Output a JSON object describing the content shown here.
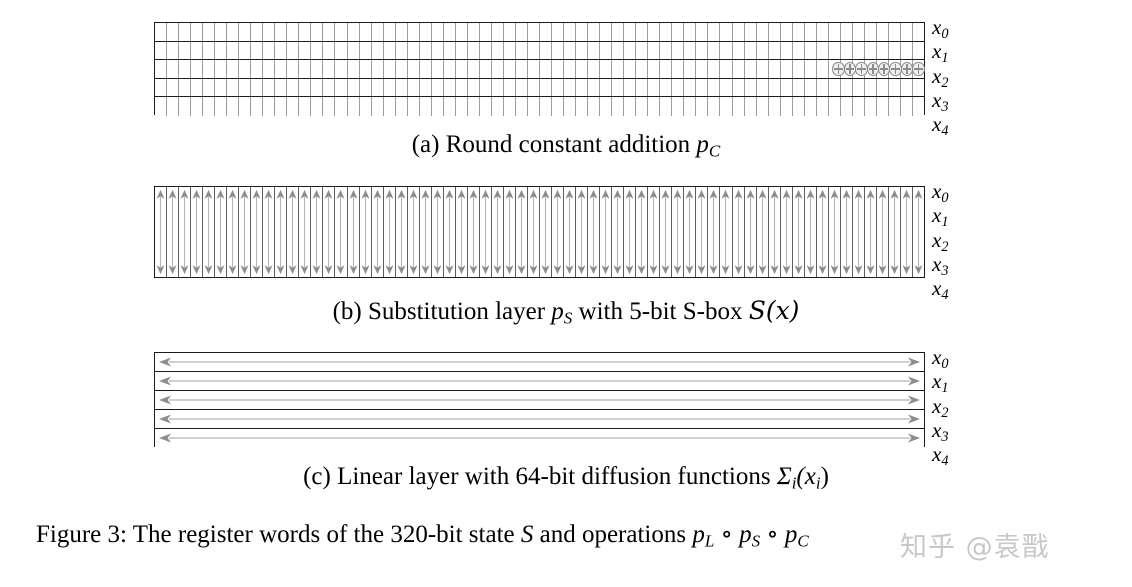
{
  "figure": {
    "caption_prefix": "Figure 3: The register words of the ",
    "caption_bits": "320",
    "caption_mid": "-bit state ",
    "caption_state_symbol": "S",
    "caption_tail": " and operations ",
    "caption_ops": "p_L ∘ p_S ∘ p_C",
    "full_caption": "Figure 3: The register words of the 320-bit state S and operations p_L ∘ p_S ∘ p_C",
    "state_bits": 320,
    "word_count": 5,
    "word_bits": 64
  },
  "watermark": {
    "text": "知乎 @袁戬",
    "color": "#c8c8c8"
  },
  "colors": {
    "border": "#1a1a1a",
    "grid_line": "#9b9b9b",
    "arrow": "#8c8c8c",
    "arrow_light": "#b4b4b4",
    "background": "#ffffff",
    "xor_fill": "#efefef"
  },
  "registers": [
    {
      "label": "x",
      "sub": "0"
    },
    {
      "label": "x",
      "sub": "1"
    },
    {
      "label": "x",
      "sub": "2"
    },
    {
      "label": "x",
      "sub": "3"
    },
    {
      "label": "x",
      "sub": "4"
    }
  ],
  "panels": [
    {
      "id": "a",
      "name": "round-constant-addition",
      "caption_label": "(a)",
      "caption_text": "Round constant addition",
      "caption_symbol": "p",
      "caption_symbol_sub": "C",
      "caption_full": "(a) Round constant addition p_C",
      "columns": 64,
      "rows": 5,
      "xor_row_index": 2,
      "xor_count": 8
    },
    {
      "id": "b",
      "name": "substitution-layer",
      "caption_label": "(b)",
      "caption_text_1": "Substitution layer",
      "caption_symbol": "p",
      "caption_symbol_sub": "S",
      "caption_text_2": "with 5-bit S-box",
      "caption_sbox": "S(x)",
      "caption_full": "(b) Substitution layer p_S with 5-bit S-box S(x)",
      "columns": 64,
      "rows": 5,
      "sbox_width_bits": 5
    },
    {
      "id": "c",
      "name": "linear-layer",
      "caption_label": "(c)",
      "caption_text": "Linear layer with 64-bit diffusion functions",
      "caption_symbol": "Σ",
      "caption_symbol_sub": "i",
      "caption_arg": "(x",
      "caption_arg_sub": "i",
      "caption_arg_close": ")",
      "caption_full": "(c) Linear layer with 64-bit diffusion functions Σ_i(x_i)",
      "rows": 5,
      "diffusion_bits": 64
    }
  ]
}
